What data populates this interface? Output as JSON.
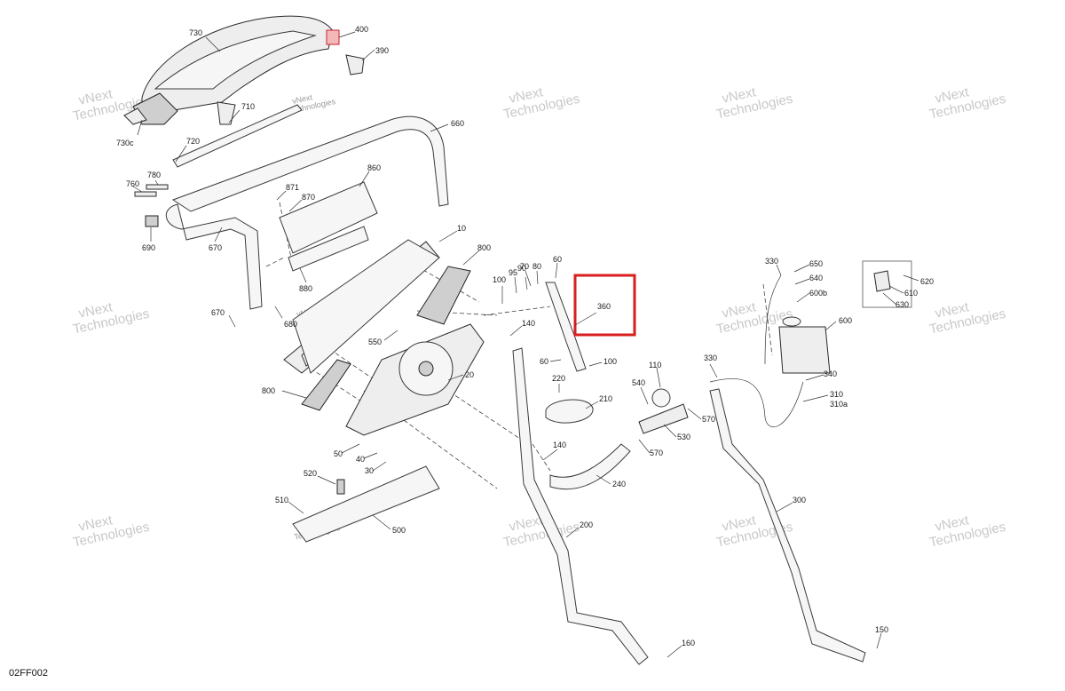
{
  "diagram": {
    "reference_code": "02FF002",
    "highlight_color": "#d81e1e",
    "watermark": {
      "line1": "vNext",
      "line2": "Technologies"
    },
    "callouts": [
      {
        "id": "730",
        "label": "730"
      },
      {
        "id": "400",
        "label": "400"
      },
      {
        "id": "390",
        "label": "390"
      },
      {
        "id": "710",
        "label": "710"
      },
      {
        "id": "730c",
        "label": "730c"
      },
      {
        "id": "720",
        "label": "720"
      },
      {
        "id": "660",
        "label": "660"
      },
      {
        "id": "780",
        "label": "780"
      },
      {
        "id": "760",
        "label": "760"
      },
      {
        "id": "860",
        "label": "860"
      },
      {
        "id": "871",
        "label": "871"
      },
      {
        "id": "870",
        "label": "870"
      },
      {
        "id": "690",
        "label": "690"
      },
      {
        "id": "670a",
        "label": "670"
      },
      {
        "id": "10",
        "label": "10"
      },
      {
        "id": "800a",
        "label": "800"
      },
      {
        "id": "880",
        "label": "880"
      },
      {
        "id": "670b",
        "label": "670"
      },
      {
        "id": "680",
        "label": "680"
      },
      {
        "id": "550",
        "label": "550"
      },
      {
        "id": "100a",
        "label": "100"
      },
      {
        "id": "95",
        "label": "95"
      },
      {
        "id": "90",
        "label": "90"
      },
      {
        "id": "70",
        "label": "70"
      },
      {
        "id": "80",
        "label": "80"
      },
      {
        "id": "60a",
        "label": "60"
      },
      {
        "id": "360",
        "label": "360"
      },
      {
        "id": "140a",
        "label": "140"
      },
      {
        "id": "60b",
        "label": "60"
      },
      {
        "id": "100b",
        "label": "100"
      },
      {
        "id": "20",
        "label": "20"
      },
      {
        "id": "220",
        "label": "220"
      },
      {
        "id": "210",
        "label": "210"
      },
      {
        "id": "110",
        "label": "110"
      },
      {
        "id": "540",
        "label": "540"
      },
      {
        "id": "330a",
        "label": "330"
      },
      {
        "id": "650",
        "label": "650"
      },
      {
        "id": "640",
        "label": "640"
      },
      {
        "id": "600b",
        "label": "600b"
      },
      {
        "id": "600",
        "label": "600"
      },
      {
        "id": "620",
        "label": "620"
      },
      {
        "id": "610",
        "label": "610"
      },
      {
        "id": "630",
        "label": "630"
      },
      {
        "id": "330b",
        "label": "330"
      },
      {
        "id": "340",
        "label": "340"
      },
      {
        "id": "310",
        "label": "310"
      },
      {
        "id": "310a",
        "label": "310a"
      },
      {
        "id": "570a",
        "label": "570"
      },
      {
        "id": "530",
        "label": "530"
      },
      {
        "id": "570b",
        "label": "570"
      },
      {
        "id": "800b",
        "label": "800"
      },
      {
        "id": "50",
        "label": "50"
      },
      {
        "id": "40",
        "label": "40"
      },
      {
        "id": "30",
        "label": "30"
      },
      {
        "id": "140b",
        "label": "140"
      },
      {
        "id": "240",
        "label": "240"
      },
      {
        "id": "520",
        "label": "520"
      },
      {
        "id": "510",
        "label": "510"
      },
      {
        "id": "500",
        "label": "500"
      },
      {
        "id": "200",
        "label": "200"
      },
      {
        "id": "300",
        "label": "300"
      },
      {
        "id": "160",
        "label": "160"
      },
      {
        "id": "150",
        "label": "150"
      }
    ]
  }
}
